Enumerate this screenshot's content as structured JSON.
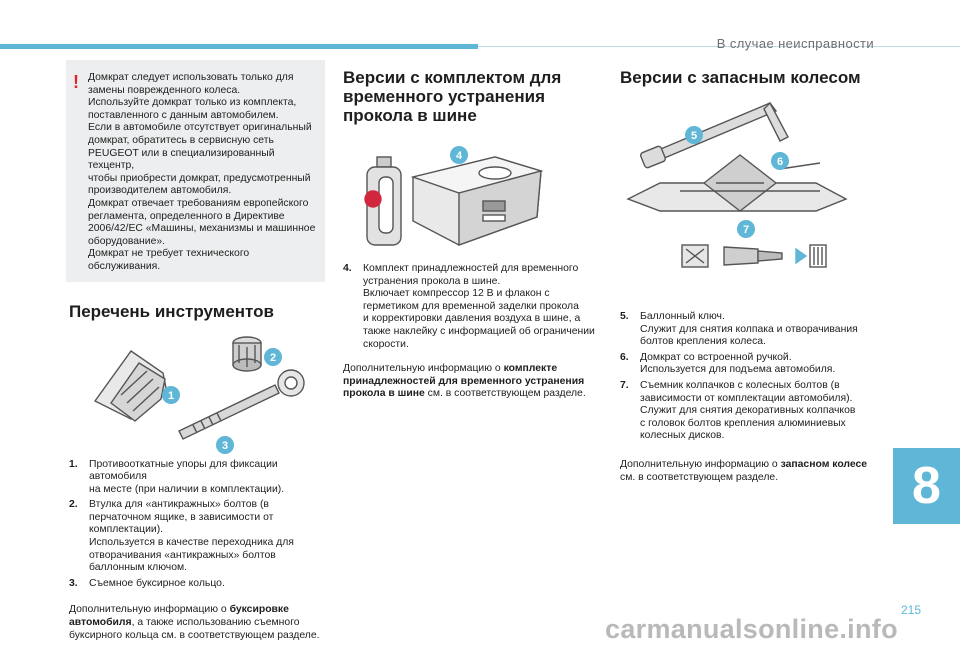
{
  "header": {
    "chapter_title": "В случае неисправности"
  },
  "page": {
    "number": "215",
    "chapter_tab": "8",
    "watermark": "carmanualsonline.info"
  },
  "warning": {
    "icon": "exclamation-icon",
    "text": "Домкрат следует использовать только для\nзамены поврежденного колеса.\nИспользуйте домкрат только из комплекта,\nпоставленного с данным автомобилем.\nЕсли в автомобиле отсутствует оригинальный\nдомкрат, обратитесь в сервисную сеть\nPEUGEOT или в специализированный техцентр,\nчтобы приобрести домкрат, предусмотренный\nпроизводителем автомобиля.\nДомкрат отвечает требованиям европейского\nрегламента, определенного в Директиве\n2006/42/EC «Машины, механизмы и машинное\nоборудование».\nДомкрат не требует технического обслуживания."
  },
  "tools": {
    "title": "Перечень инструментов",
    "badges": [
      "1",
      "2",
      "3"
    ],
    "items": [
      {
        "num": "1.",
        "text": "Противооткатные упоры для фиксации автомобиля\nна месте (при наличии в комплектации)."
      },
      {
        "num": "2.",
        "text": "Втулка для «антикражных» болтов (в\nперчаточном ящике, в зависимости от\nкомплектации).\nИспользуется в качестве переходника для\nотворачивания «антикражных» болтов\nбаллонным ключом."
      },
      {
        "num": "3.",
        "text": "Съемное буксирное кольцо."
      }
    ],
    "more_prefix": "Дополнительную информацию о ",
    "more_bold": "буксировке\nавтомобиля",
    "more_suffix": ", а также использованию съемного\nбуксирного кольца см. в соответствующем разделе."
  },
  "kit": {
    "title": "Версии с комплектом для\nвременного устранения\nпрокола в шине",
    "badge": "4",
    "items": [
      {
        "num": "4.",
        "text": "Комплект принадлежностей для временного\nустранения прокола в шине.\nВключает компрессор 12 В и флакон с\nгерметиком для временной заделки прокола\nи корректировки давления воздуха в шине, а\nтакже наклейку с информацией об ограничении\nскорости."
      }
    ],
    "more_prefix": "Дополнительную информацию о ",
    "more_bold": "комплекте\nпринадлежностей для временного устранения\nпрокола в шине",
    "more_suffix": " см. в соответствующем разделе."
  },
  "spare": {
    "title": "Версии с запасным колесом",
    "badges": [
      "5",
      "6",
      "7"
    ],
    "items": [
      {
        "num": "5.",
        "text": "Баллонный ключ.\nСлужит для снятия колпака и отворачивания\nболтов крепления колеса."
      },
      {
        "num": "6.",
        "text": "Домкрат со встроенной ручкой.\nИспользуется для подъема автомобиля."
      },
      {
        "num": "7.",
        "text": "Съемник колпачков с колесных болтов (в\nзависимости от комплектации автомобиля).\nСлужит для снятия декоративных колпачков\nс головок болтов крепления алюминиевых\nколесных дисков."
      }
    ],
    "more_prefix": "Дополнительную информацию о ",
    "more_bold": "запасном колесе",
    "more_suffix": "\nсм. в соответствующем разделе."
  },
  "colors": {
    "accent": "#5fb6d7",
    "warning": "#e3262e",
    "panel": "#eceeef"
  }
}
